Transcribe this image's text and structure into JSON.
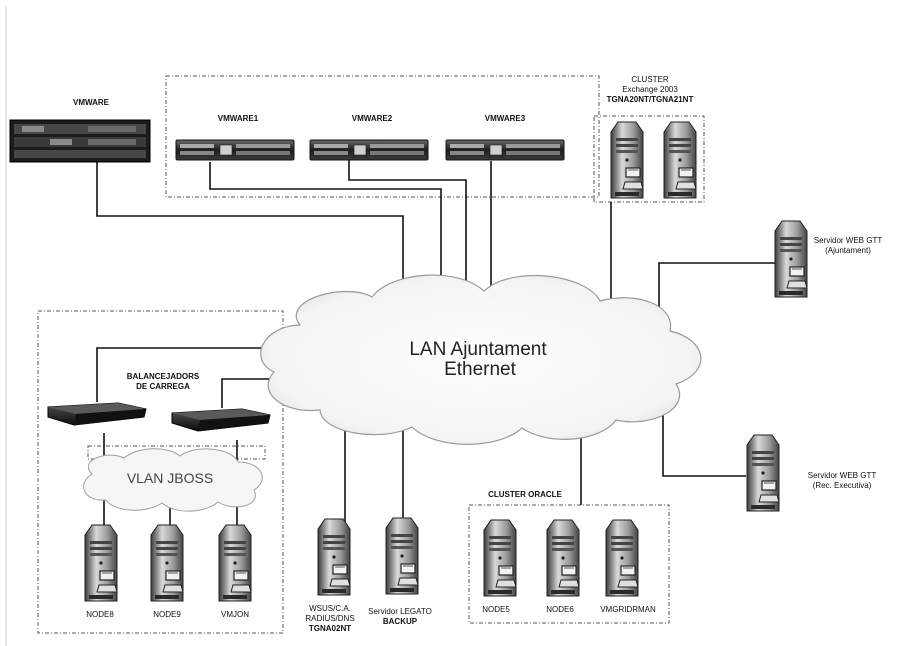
{
  "network": {
    "cloud_title": "LAN Ajuntament",
    "cloud_subtitle": "Ethernet"
  },
  "vlan": {
    "label": "VLAN JBOSS"
  },
  "vmware_cluster": {
    "standalone_label": "VMWARE",
    "hosts": [
      "VMWARE1",
      "VMWARE2",
      "VMWARE3"
    ]
  },
  "exchange_cluster": {
    "title_line1": "CLUSTER",
    "title_line2": "Exchange 2003",
    "title_line3": "TGNA20NT/TGNA21NT"
  },
  "web_servers": [
    {
      "line1": "Servidor WEB GTT",
      "line2": "(Ajuntament)"
    },
    {
      "line1": "Servidor WEB GTT",
      "line2": "(Rec. Executiva)"
    }
  ],
  "load_balancers": {
    "line1": "BALANCEJADORS",
    "line2": "DE CARREGA"
  },
  "jboss_nodes": [
    "NODE8",
    "NODE9",
    "VMJON"
  ],
  "wsus_server": {
    "line1": "WSUS/C.A.",
    "line2": "RADIUS/DNS",
    "line3": "TGNA02NT"
  },
  "backup_server": {
    "line1": "Servidor LEGATO",
    "line2": "BACKUP"
  },
  "oracle_cluster": {
    "title": "CLUSTER ORACLE",
    "nodes": [
      "NODE5",
      "NODE6",
      "VMGRIDRMAN"
    ]
  }
}
